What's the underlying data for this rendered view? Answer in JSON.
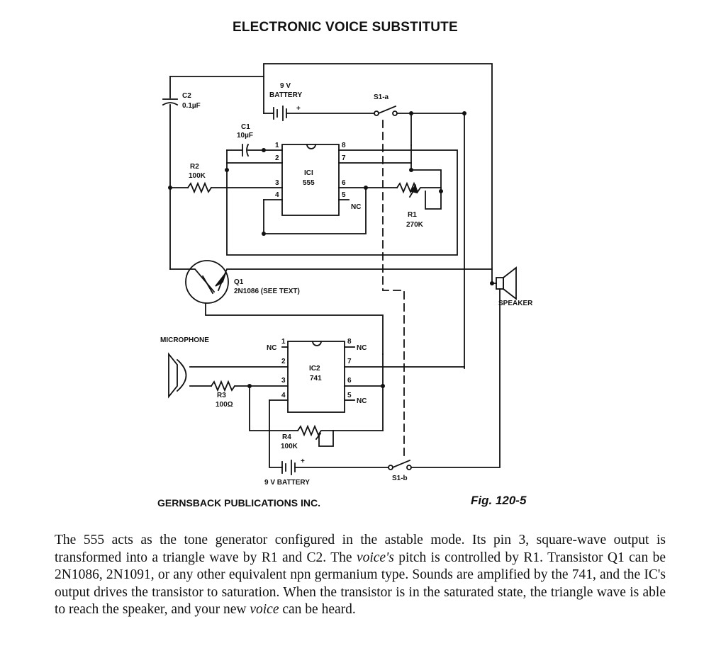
{
  "title": "ELECTRONIC VOICE SUBSTITUTE",
  "publisher": "GERNSBACK PUBLICATIONS INC.",
  "figure_label": "Fig. 120-5",
  "labels": {
    "c2": "C2",
    "c2_value": "0.1µF",
    "battery_top_voltage": "9 V",
    "battery_top_name": "BATTERY",
    "battery_plus": "+",
    "s1a": "S1-a",
    "c1": "C1",
    "c1_value": "10µF",
    "r2": "R2",
    "r2_value": "100K",
    "ic1_name": "ICI",
    "ic1_type": "555",
    "nc": "NC",
    "r1": "R1",
    "r1_value": "270K",
    "q1": "Q1",
    "q1_value": "2N1086 (SEE TEXT)",
    "speaker": "SPEAKER",
    "microphone": "MICROPHONE",
    "ic2_name": "IC2",
    "ic2_type": "741",
    "r3": "R3",
    "r3_value": "100Ω",
    "r4": "R4",
    "r4_value": "100K",
    "battery_bottom": "9 V BATTERY",
    "s1b": "S1-b"
  },
  "ic1_pins": {
    "p1": "1",
    "p2": "2",
    "p3": "3",
    "p4": "4",
    "p5": "5",
    "p6": "6",
    "p7": "7",
    "p8": "8"
  },
  "ic2_pins": {
    "p1": "1",
    "p2": "2",
    "p3": "3",
    "p4": "4",
    "p5": "5",
    "p6": "6",
    "p7": "7",
    "p8": "8"
  },
  "caption": {
    "s1": "The 555 acts as the tone generator configured in the astable mode. Its pin 3, square-wave output is transformed into a triangle wave by R1 and C2. The ",
    "s1_em": "voice's",
    "s2": " pitch is controlled by R1. Transistor Q1 can be 2N1086, 2N1091, or any other equivalent npn germanium type. Sounds are amplified by the 741, and the IC's output drives the transistor to saturation. When the transistor is in the saturated state, the triangle wave is able to reach the speaker, and your new ",
    "s2_em": "voice",
    "s3": " can be heard."
  }
}
